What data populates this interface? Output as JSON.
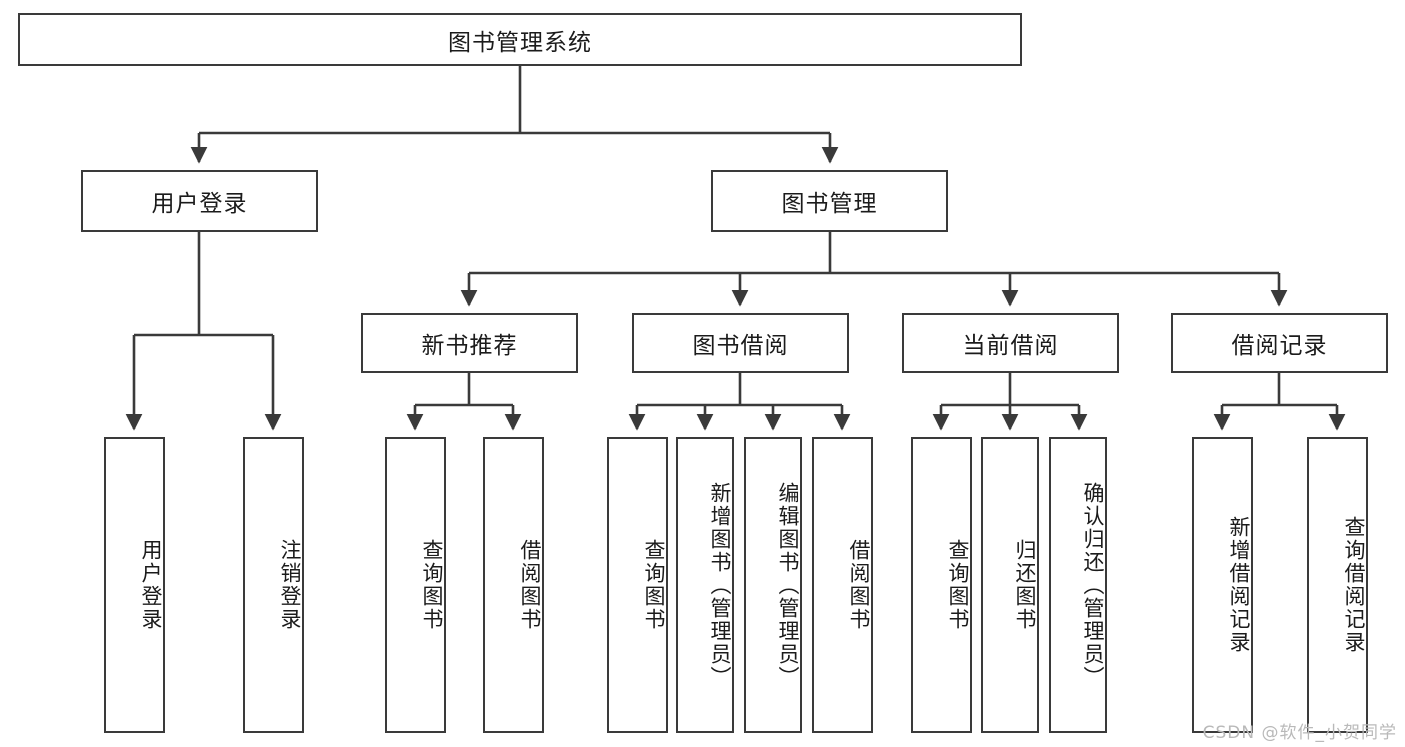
{
  "diagram": {
    "title": "图书管理系统",
    "type": "tree-hierarchy",
    "root": {
      "label": "图书管理系统"
    },
    "level2": [
      {
        "label": "用户登录"
      },
      {
        "label": "图书管理"
      }
    ],
    "level3": [
      {
        "label": "新书推荐"
      },
      {
        "label": "图书借阅"
      },
      {
        "label": "当前借阅"
      },
      {
        "label": "借阅记录"
      }
    ],
    "leaves": [
      {
        "label": "用户登录"
      },
      {
        "label": "注销登录"
      },
      {
        "label": "查询图书"
      },
      {
        "label": "借阅图书"
      },
      {
        "label": "查询图书"
      },
      {
        "label": "新增图书（管理员）"
      },
      {
        "label": "编辑图书（管理员）"
      },
      {
        "label": "借阅图书"
      },
      {
        "label": "查询图书"
      },
      {
        "label": "归还图书"
      },
      {
        "label": "确认归还（管理员）"
      },
      {
        "label": "新增借阅记录"
      },
      {
        "label": "查询借阅记录"
      }
    ]
  },
  "watermark": {
    "text": "CSDN @软件_小贺同学"
  },
  "colors": {
    "stroke": "#3a3a3a",
    "fill": "#ffffff",
    "text": "#1b1b1b",
    "watermark": "#b9b9b9",
    "background": "#ffffff"
  }
}
